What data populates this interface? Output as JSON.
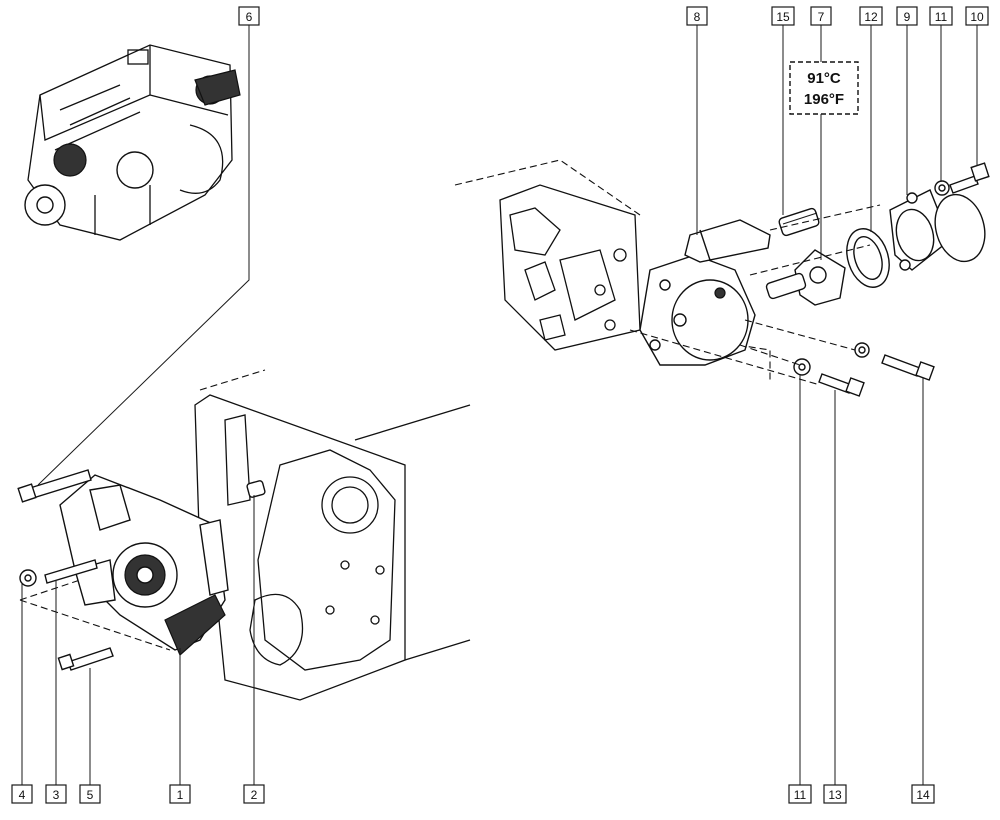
{
  "spec": {
    "temp_c": "91°C",
    "temp_f": "196°F"
  },
  "callouts": [
    "1",
    "2",
    "3",
    "4",
    "5",
    "6",
    "7",
    "8",
    "9",
    "10",
    "11",
    "11",
    "12",
    "13",
    "14",
    "15"
  ]
}
